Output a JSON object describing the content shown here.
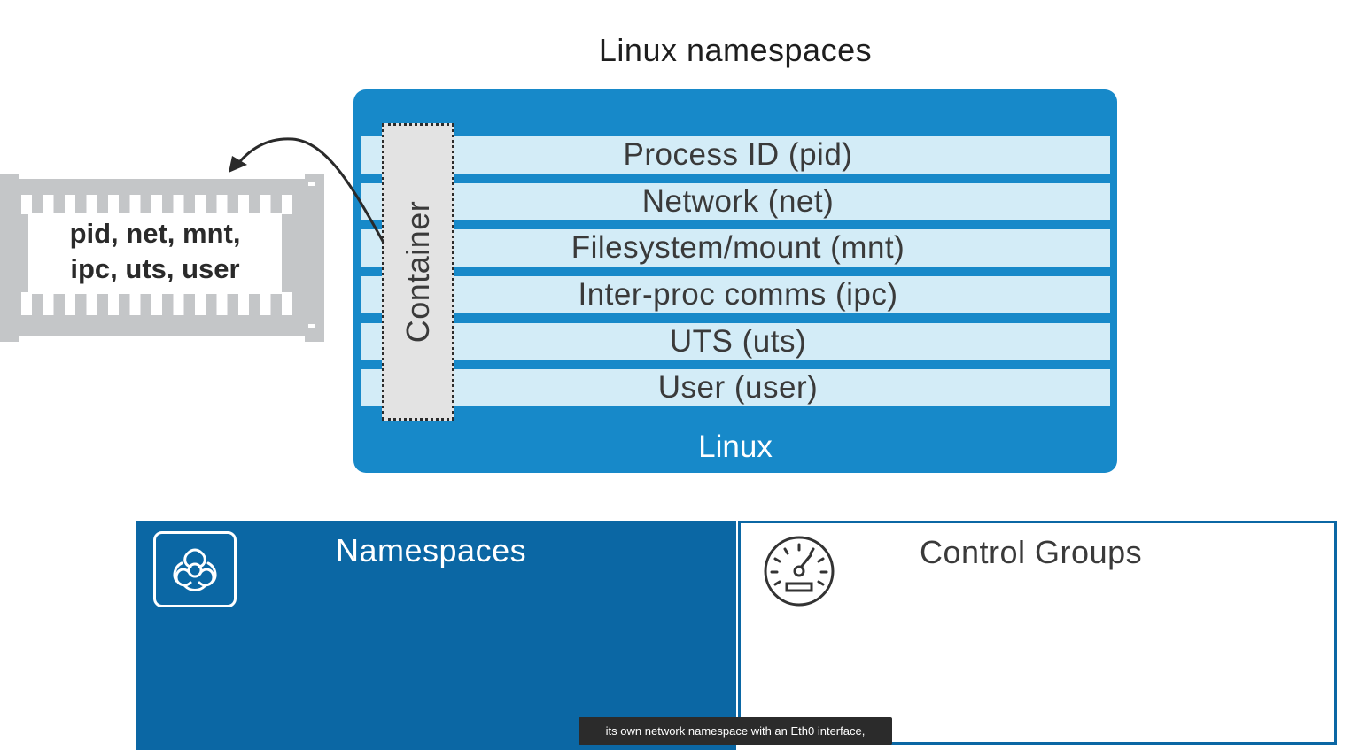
{
  "title": "Linux namespaces",
  "linux_box": {
    "label": "Linux",
    "rows": [
      {
        "label": "Process ID (pid)"
      },
      {
        "label": "Network (net)"
      },
      {
        "label": "Filesystem/mount (mnt)"
      },
      {
        "label": "Inter-proc comms (ipc)"
      },
      {
        "label": "UTS (uts)"
      },
      {
        "label": "User (user)"
      }
    ],
    "container_label": "Container"
  },
  "shipping_container": {
    "label": "pid, net, mnt,\nipc, uts, user"
  },
  "panels": {
    "namespaces": {
      "title": "Namespaces",
      "icon": "biohazard-icon"
    },
    "control_groups": {
      "title": "Control Groups",
      "icon": "gauge-icon"
    }
  },
  "caption": "its own network namespace with an Eth0 interface,",
  "colors": {
    "linux_blue": "#1789c9",
    "row_light": "#d3ecf7",
    "panel_blue": "#0b67a4",
    "container_grey": "#c4c6c8"
  }
}
